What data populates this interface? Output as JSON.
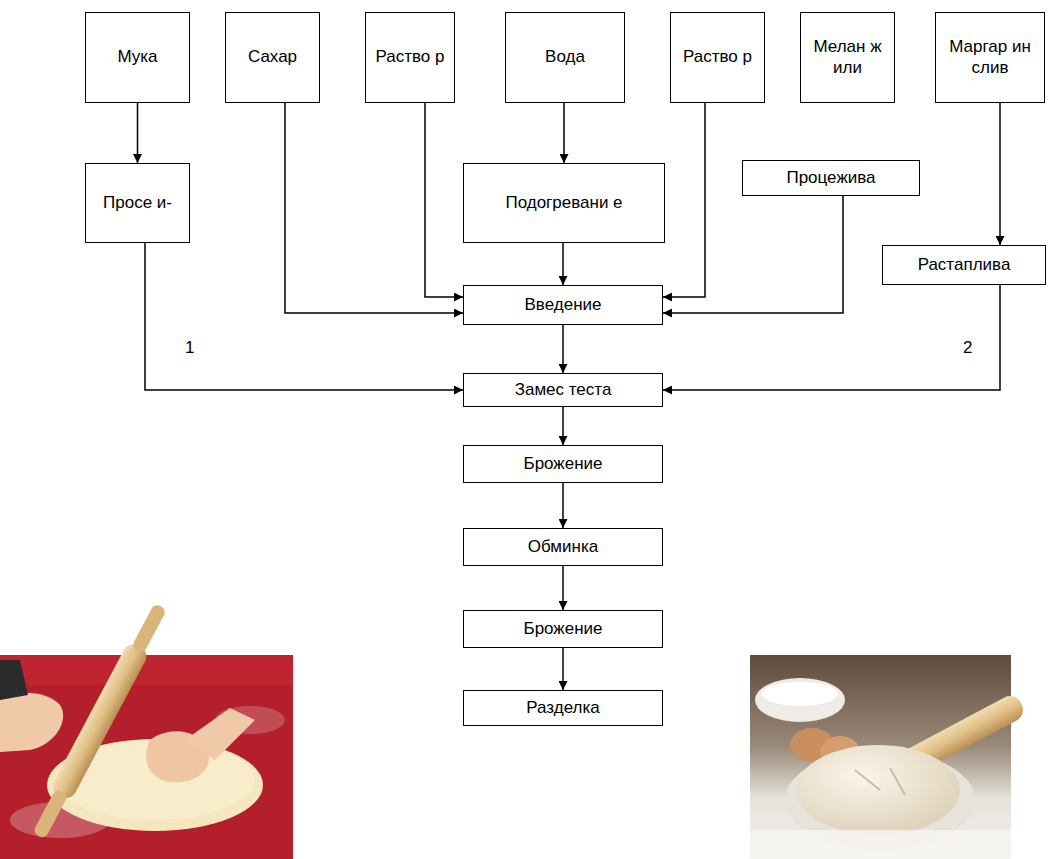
{
  "diagram": {
    "nodes": [
      {
        "text": [
          "Мука"
        ]
      },
      {
        "text": [
          "Сахар"
        ]
      },
      {
        "text": [
          "Раство р"
        ]
      },
      {
        "text": [
          "Вода"
        ]
      },
      {
        "text": [
          "Раство р"
        ]
      },
      {
        "text": [
          "Мелан ж или"
        ]
      },
      {
        "text": [
          "Маргар ин слив"
        ]
      },
      {
        "text": [
          "Просе и-"
        ]
      },
      {
        "text": [
          "Подогревани е"
        ]
      },
      {
        "text": [
          "Процежива"
        ]
      },
      {
        "text": [
          "Растаплива"
        ]
      },
      {
        "text": [
          "Введение"
        ]
      },
      {
        "text": [
          "Замес теста"
        ]
      },
      {
        "text": [
          "Брожение"
        ]
      },
      {
        "text": [
          "Обминка"
        ]
      },
      {
        "text": [
          "Брожение"
        ]
      },
      {
        "text": [
          "Разделка"
        ]
      }
    ],
    "edges": [
      {
        "from": 0,
        "to": 7,
        "arrow": "to"
      },
      {
        "from": 1,
        "to": 11,
        "arrow": "to"
      },
      {
        "from": 2,
        "to": 11,
        "arrow": "to"
      },
      {
        "from": 3,
        "to": 8,
        "arrow": "to"
      },
      {
        "from": 8,
        "to": 11,
        "arrow": "to"
      },
      {
        "from": 4,
        "to": 11,
        "arrow": "to"
      },
      {
        "from": 9,
        "to": 11,
        "arrow": "to"
      },
      {
        "from": 6,
        "to": 10,
        "arrow": "to"
      },
      {
        "from": 7,
        "to": 12,
        "label": "1",
        "arrow": "to"
      },
      {
        "from": 10,
        "to": 12,
        "label": "2",
        "arrow": "to"
      },
      {
        "from": 11,
        "to": 12,
        "arrow": "to"
      },
      {
        "from": 12,
        "to": 13,
        "arrow": "to"
      },
      {
        "from": 13,
        "to": 14,
        "arrow": "to"
      },
      {
        "from": 14,
        "to": 15,
        "arrow": "to"
      },
      {
        "from": 15,
        "to": 16,
        "arrow": "to"
      }
    ]
  }
}
